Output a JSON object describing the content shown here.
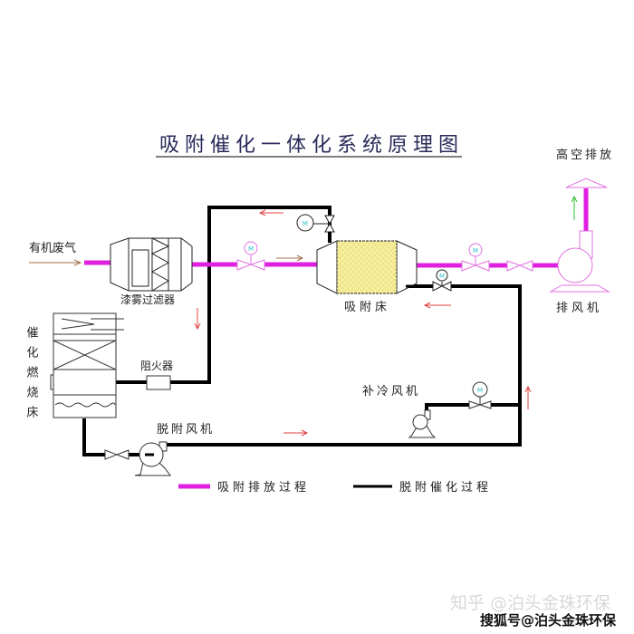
{
  "title": "吸附催化一体化系统原理图",
  "colors": {
    "adsorption_line": "#e020e0",
    "desorption_line": "#000000",
    "arrow_red": "#e04040",
    "arrow_brown": "#a0704a",
    "arrow_green": "#30c030",
    "bed_fill": "#f8f0a0",
    "gauge_text": "#30c0d0",
    "pink_equipment": "#e070e0"
  },
  "labels": {
    "inlet": "有机废气",
    "filter": "漆雾过滤器",
    "adsorption_bed": "吸附床",
    "exhaust_high": "高空排放",
    "exhaust_fan": "排风机",
    "catalytic_bed": "催化燃烧床",
    "flame_arrester": "阻火器",
    "cooling_fan": "补冷风机",
    "desorption_fan": "脱附风机",
    "gauge_symbol": "M"
  },
  "legend": [
    {
      "label": "吸附排放过程",
      "color": "#e020e0"
    },
    {
      "label": "脱附催化过程",
      "color": "#000000"
    }
  ],
  "watermark": {
    "zhihu": "知乎 @泊头金珠环保",
    "sohu": "搜狐号@泊头金珠环保"
  }
}
